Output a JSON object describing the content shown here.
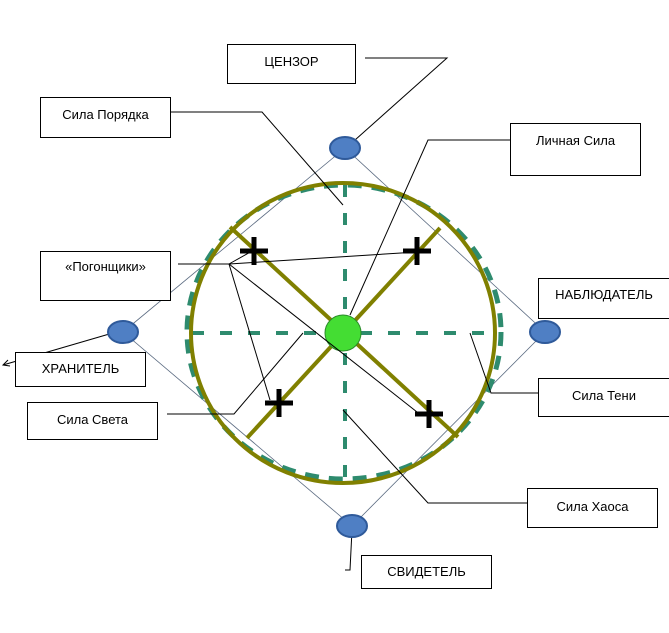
{
  "labels": {
    "censor": "ЦЕНЗОР",
    "order_force": "Сила Порядка",
    "personal_force": "Личная Сила",
    "drivers": "«Погонщики»",
    "observer": "НАБЛЮДАТЕЛЬ",
    "keeper": "ХРАНИТЕЛЬ",
    "light_force": "Сила Света",
    "shadow_force": "Сила Тени",
    "chaos_force": "Сила Хаоса",
    "witness": "СВИДЕТЕЛЬ"
  },
  "colors": {
    "circle": "#808000",
    "dashed": "#2e8b6e",
    "node": "#4f7fc4",
    "center": "#44dd33",
    "rhombus": "#5a6a80"
  }
}
